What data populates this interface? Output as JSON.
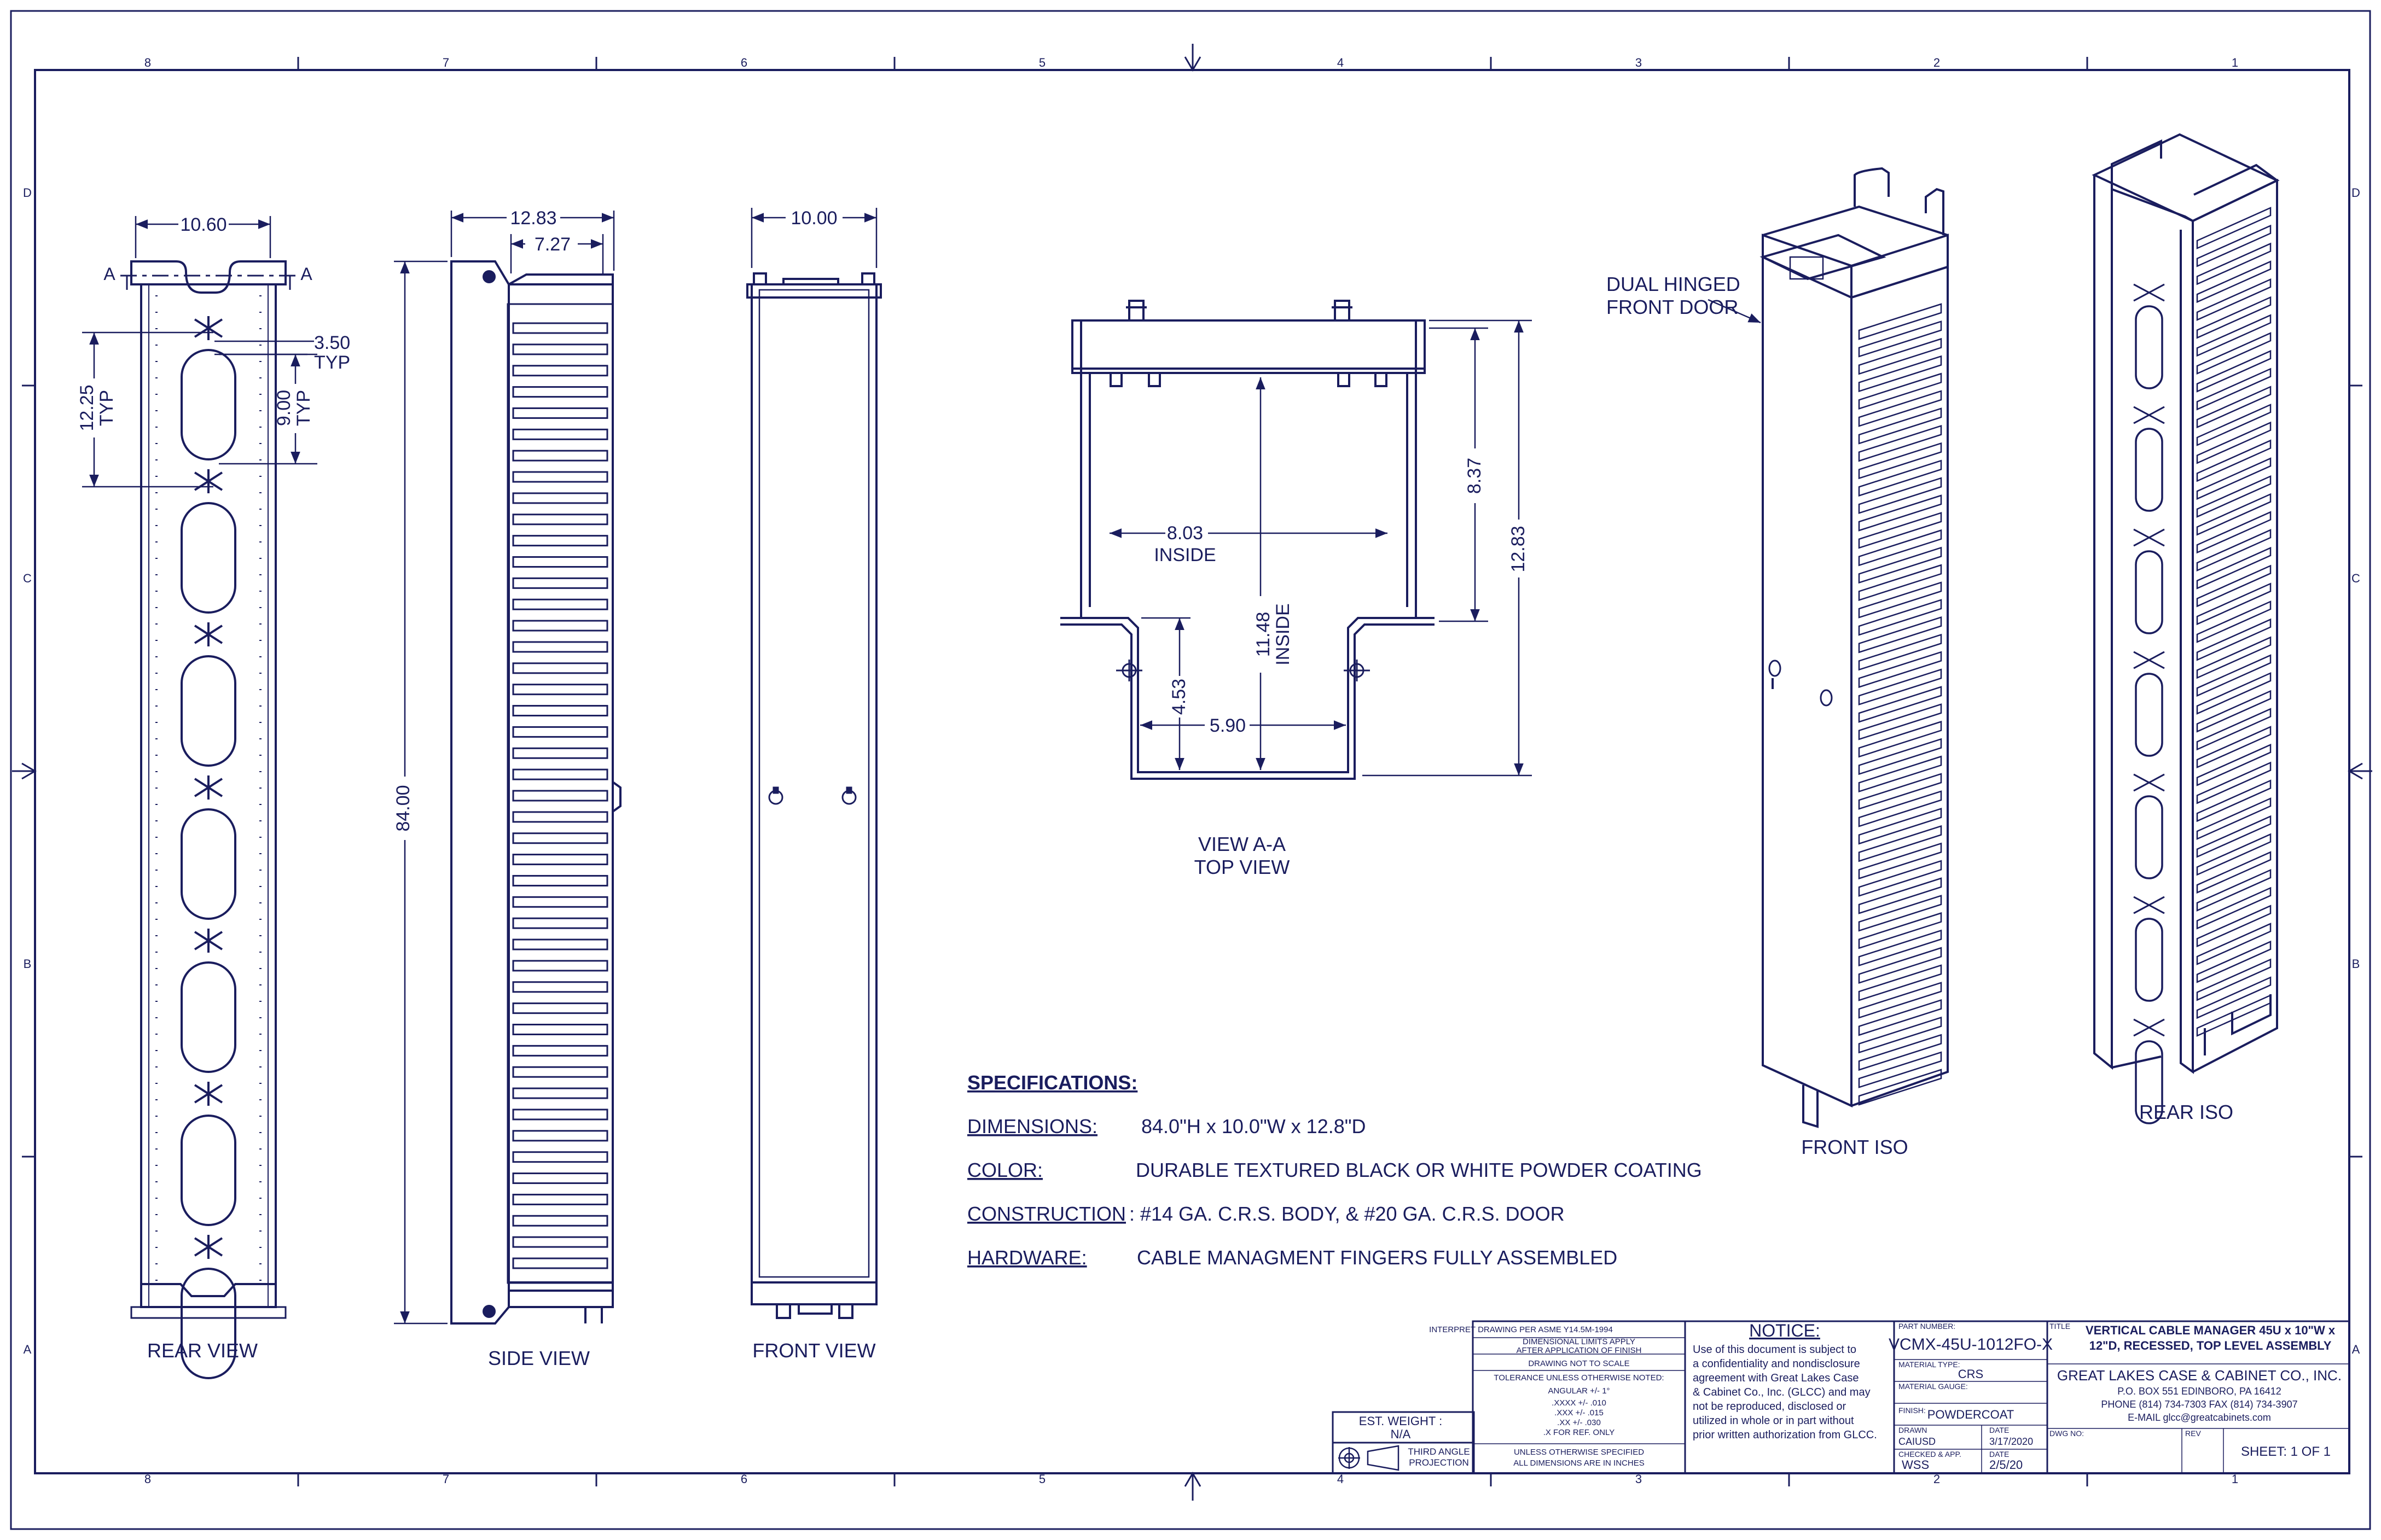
{
  "border": {
    "columns": [
      "8",
      "7",
      "6",
      "5",
      "4",
      "3",
      "2",
      "1"
    ],
    "rows": [
      "D",
      "C",
      "B",
      "A"
    ]
  },
  "views": {
    "rear": {
      "label": "REAR VIEW",
      "section_marker": "A",
      "dim_width": "10.60",
      "dim_pitch": "12.25",
      "dim_pitch_typ": "TYP",
      "dim_slot_len": "9.00",
      "dim_slot_typ": "TYP",
      "dim_gap": "3.50",
      "dim_gap_typ": "TYP",
      "fingers": 7
    },
    "side": {
      "label": "SIDE VIEW",
      "dim_depth": "12.83",
      "dim_inner": "7.27",
      "dim_height": "84.00",
      "fingers": 45
    },
    "front": {
      "label": "FRONT VIEW",
      "dim_width": "10.00"
    },
    "section_aa": {
      "label_line1": "VIEW A-A",
      "label_line2": "TOP VIEW",
      "dim_inside_width": "8.03",
      "dim_inside_width_note": "INSIDE",
      "dim_inside_depth": "11.48",
      "dim_inside_depth_note": "INSIDE",
      "dim_recess_depth": "4.53",
      "dim_recess_width": "5.90",
      "dim_upper_depth": "8.37",
      "dim_total_depth": "12.83"
    },
    "front_iso": {
      "label": "FRONT ISO",
      "callout": [
        "DUAL HINGED",
        "FRONT DOOR"
      ],
      "fingers": 45
    },
    "rear_iso": {
      "label": "REAR ISO",
      "fingers": 45
    }
  },
  "specifications": {
    "heading": "SPECIFICATIONS:",
    "items": [
      {
        "key": "DIMENSIONS:",
        "sep": "",
        "value": "84.0\"H x 10.0\"W x 12.8\"D"
      },
      {
        "key": "COLOR:",
        "sep": "",
        "value": "DURABLE TEXTURED BLACK OR WHITE POWDER COATING"
      },
      {
        "key": "CONSTRUCTION",
        "sep": ":",
        "value": "#14 GA. C.R.S. BODY, & #20 GA. C.R.S. DOOR"
      },
      {
        "key": "HARDWARE:",
        "sep": "",
        "value": "CABLE MANAGMENT FINGERS FULLY ASSEMBLED"
      }
    ]
  },
  "title_block": {
    "weight_label": "EST. WEIGHT :",
    "weight_value": "N/A",
    "projection_line1": "THIRD ANGLE",
    "projection_line2": "PROJECTION",
    "interpret_lines": [
      "INTERPRET DRAWING PER ASME Y14.5M-1994",
      "DIMENSIONAL LIMITS APPLY",
      "AFTER APPLICATION OF FINISH",
      "DRAWING NOT TO SCALE",
      "TOLERANCE UNLESS OTHERWISE NOTED:",
      "ANGULAR +/- 1°",
      ".XXXX +/- .010",
      ".XXX +/- .015",
      ".XX +/- .030",
      ".X FOR REF. ONLY",
      "UNLESS OTHERWISE SPECIFIED",
      "ALL DIMENSIONS ARE IN INCHES"
    ],
    "notice_heading": "NOTICE:",
    "notice_lines": [
      "Use of this document is subject to",
      "a confidentiality and nondisclosure",
      "agreement with Great Lakes Case",
      "& Cabinet Co., Inc. (GLCC) and may",
      "not be reproduced, disclosed or",
      "utilized in whole or in part without",
      "prior written authorization from GLCC."
    ],
    "part_number_label": "PART NUMBER:",
    "part_number": "VCMX-45U-1012FO-X",
    "material_type_label": "MATERIAL TYPE:",
    "material_type": "CRS",
    "material_gauge_label": "MATERIAL GAUGE:",
    "material_gauge": "",
    "finish_label": "FINISH:",
    "finish": "POWDERCOAT",
    "drawn_label": "DRAWN",
    "drawn_by": "CAIUSD",
    "drawn_date_label": "DATE",
    "drawn_date": "3/17/2020",
    "checked_label": "CHECKED & APP.",
    "checked_by": "WSS",
    "checked_date_label": "DATE",
    "checked_date": "2/5/20",
    "title_label": "TITLE",
    "title_line1": "VERTICAL CABLE MANAGER 45U x 10\"W x",
    "title_line2": "12\"D, RECESSED, TOP LEVEL ASSEMBLY",
    "company": "GREAT LAKES CASE & CABINET CO., INC.",
    "address": "P.O. BOX 551 EDINBORO, PA 16412",
    "phone": "PHONE (814) 734-7303 FAX (814) 734-3907",
    "email": "E-MAIL glcc@greatcabinets.com",
    "dwg_no_label": "DWG NO:",
    "rev_label": "REV",
    "sheet": "SHEET: 1 OF 1"
  }
}
